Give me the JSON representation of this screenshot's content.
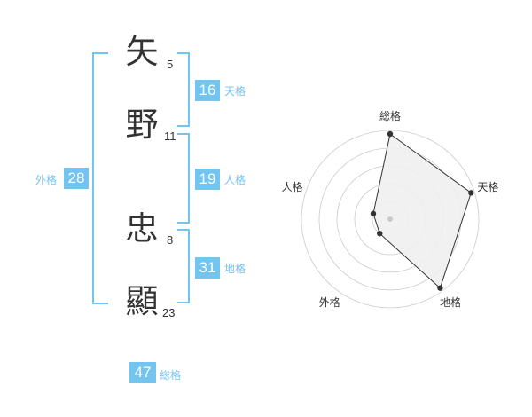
{
  "name": {
    "characters": [
      {
        "char": "矢",
        "strokes": "5"
      },
      {
        "char": "野",
        "strokes": "11"
      },
      {
        "char": "忠",
        "strokes": "8"
      },
      {
        "char": "顯",
        "strokes": "23"
      }
    ]
  },
  "fortunes": {
    "tenkaku": {
      "label": "天格",
      "value": "16"
    },
    "jinkaku": {
      "label": "人格",
      "value": "19"
    },
    "chikaku": {
      "label": "地格",
      "value": "31"
    },
    "gaikaku": {
      "label": "外格",
      "value": "28"
    },
    "soukaku": {
      "label": "総格",
      "value": "47"
    }
  },
  "colors": {
    "accent": "#74c4f0",
    "text": "#333333",
    "grid": "#cccccc",
    "fill": "#f0f0f0"
  },
  "chart_data": {
    "type": "radar",
    "axes": [
      "総格",
      "天格",
      "地格",
      "外格",
      "人格"
    ],
    "values": [
      5,
      5,
      5,
      1,
      1
    ],
    "max": 5
  }
}
